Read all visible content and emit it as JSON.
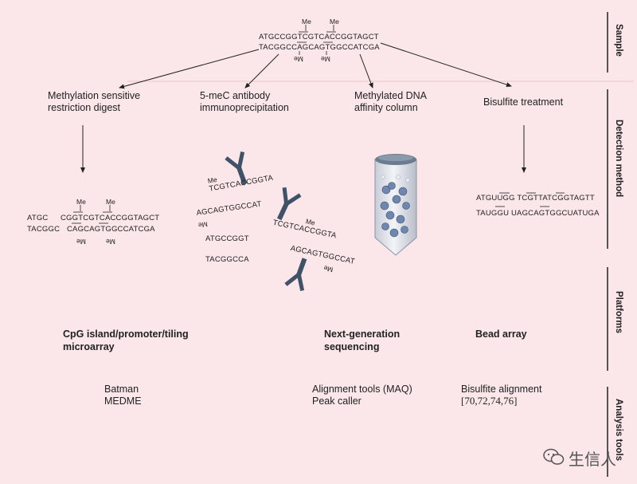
{
  "sections": {
    "sample": "Sample",
    "detection": "Detection method",
    "platforms": "Platforms",
    "analysis": "Analysis tools"
  },
  "sample_sequence": {
    "top": "ATGCCGGTCGTCACCGGTAGCT",
    "bottom": "TACGGCCAGCAGTGGCCATCGA",
    "me_label": "Me"
  },
  "methods": {
    "restriction": "Methylation sensitive restriction digest",
    "restriction_l1": "Methylation sensitive",
    "restriction_l2": "restriction digest",
    "antibody_l1": "5-meC antibody",
    "antibody_l2": "immunoprecipitation",
    "affinity_l1": "Methylated DNA",
    "affinity_l2": "affinity column",
    "bisulfite": "Bisulfite treatment"
  },
  "digest_sequences": {
    "top_left": "ATGC",
    "top_right": "CGGTCGTCACCGGTAGCT",
    "bottom_left": "TACGGC",
    "bottom_right": "CAGCAGTGGCCATCGA"
  },
  "ip_fragments": {
    "f1": "TCGTCACCGGTA",
    "f2": "AGCAGTGGCCAT",
    "f3": "ATGCCGGT",
    "f4": "TACGGCCA",
    "f5": "TCGTCACCGGTA",
    "f6": "AGCAGTGGCCAT"
  },
  "bisulfite_sequences": {
    "top": "ATGUUGG TCGTTATCGGTAGTT",
    "bottom": "TAUGGU UAGCAGTGGCUATUGA"
  },
  "platforms": {
    "microarray_l1": "CpG island/promoter/tiling",
    "microarray_l2": "microarray",
    "ngs_l1": "Next-generation",
    "ngs_l2": "sequencing",
    "bead": "Bead array"
  },
  "tools": {
    "microarray_1": "Batman",
    "microarray_2": "MEDME",
    "ngs_1": "Alignment tools (MAQ)",
    "ngs_2": "Peak caller",
    "bead_1": "Bisulfite alignment",
    "bead_refs": "[70,72,74,76]"
  },
  "watermark": "生信人",
  "colors": {
    "background": "#fbe6ea",
    "antibody": "#3f5268",
    "tube_cap": "#6a7c90",
    "beads": "#6f86b0"
  }
}
